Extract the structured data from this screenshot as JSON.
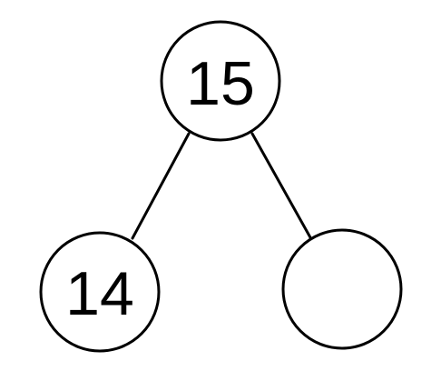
{
  "diagram": {
    "type": "number-bond",
    "colors": {
      "background": "#ffffff",
      "stroke": "#000000",
      "text": "#000000"
    },
    "nodes": {
      "top": {
        "value": "15"
      },
      "left": {
        "value": "14"
      },
      "right": {
        "value": ""
      }
    }
  }
}
